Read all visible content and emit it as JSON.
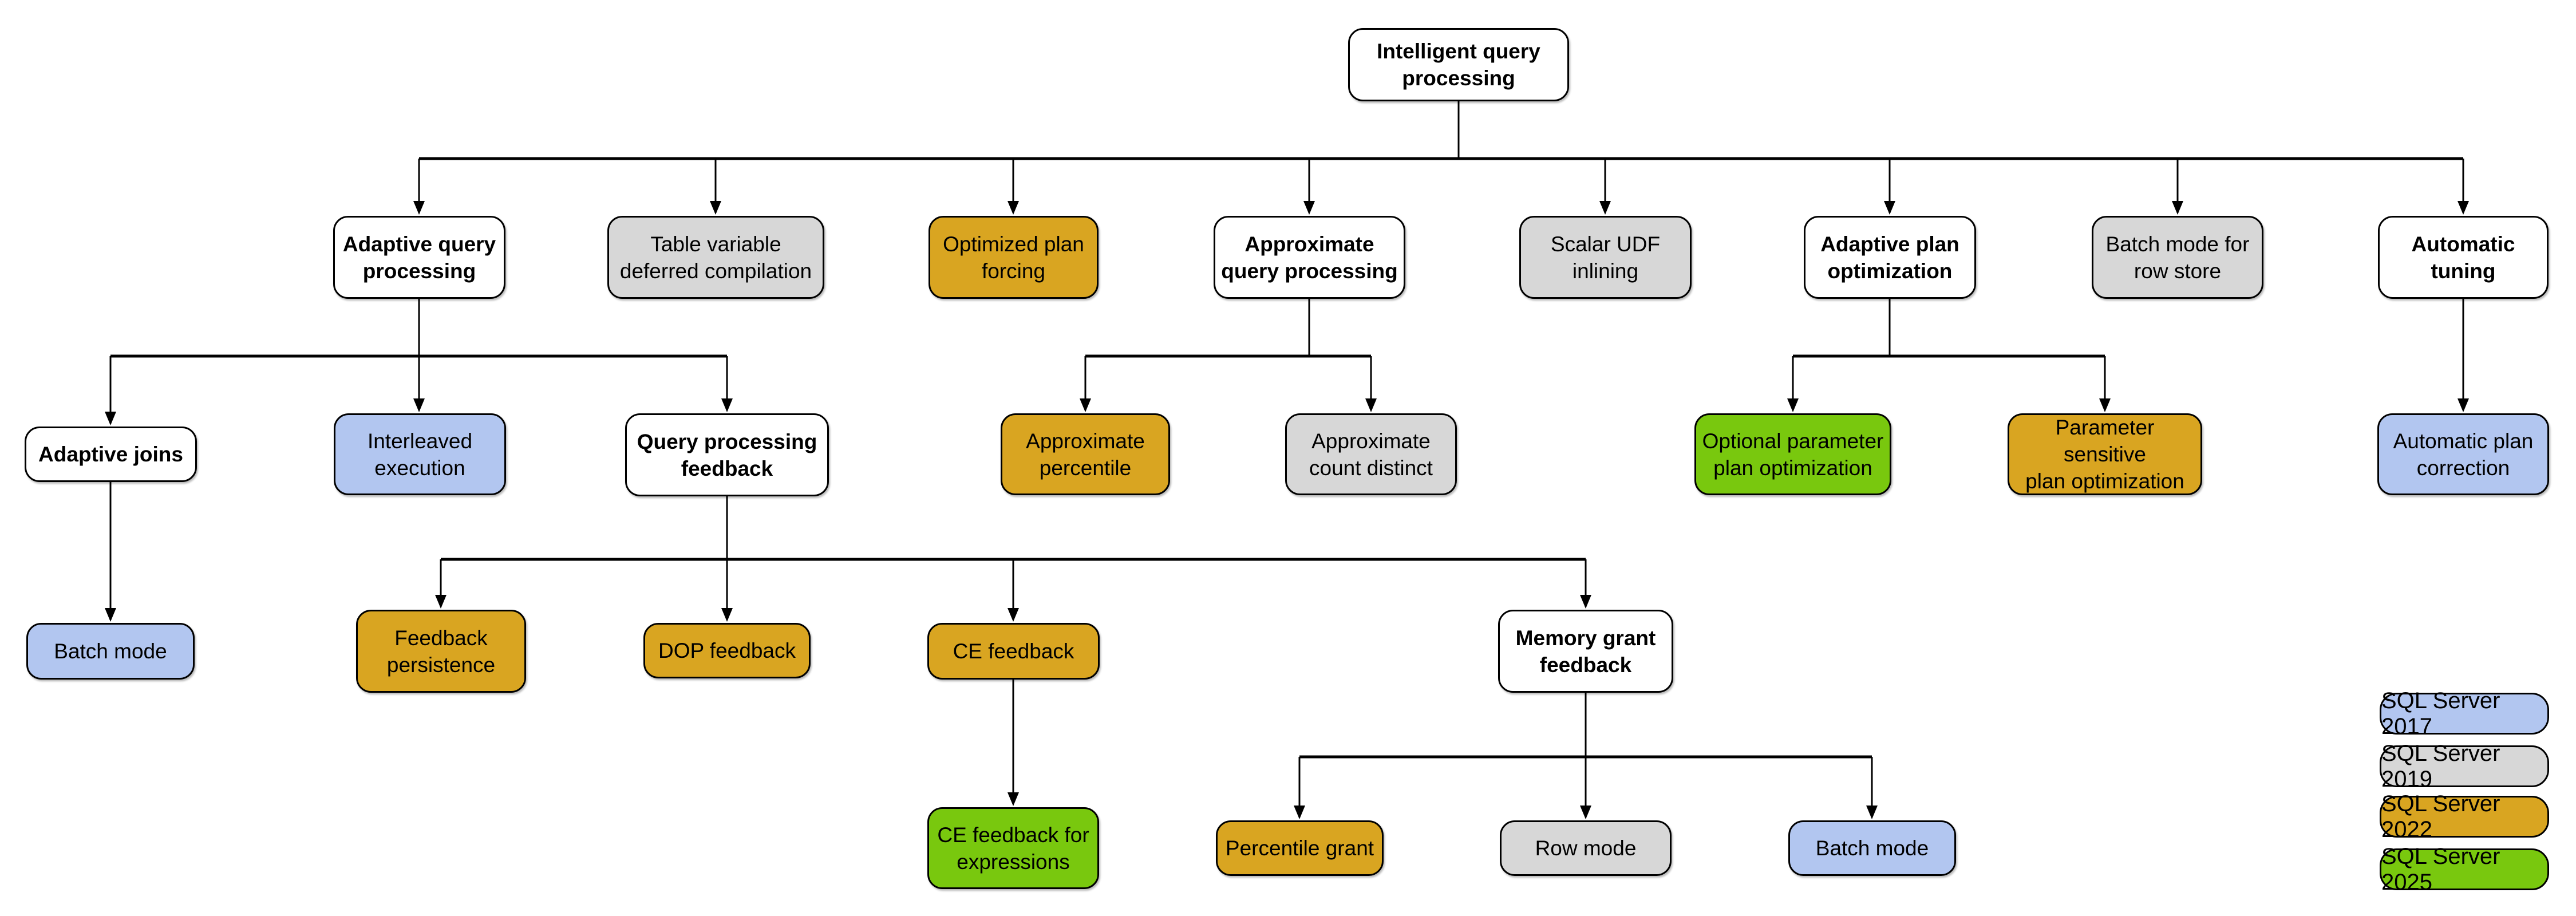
{
  "diagram": {
    "title": "Intelligent query processing",
    "colors": {
      "sql2017": "#b2c6f0",
      "sql2019": "#d7d7d7",
      "sql2022": "#d9a521",
      "sql2025": "#79c80e",
      "category": "#ffffff",
      "line": "#000000"
    },
    "nodes": [
      {
        "label": "Intelligent query\nprocessing",
        "version": "category",
        "parent": null
      },
      {
        "label": "Adaptive query\nprocessing",
        "version": "category",
        "parent": "Intelligent query processing"
      },
      {
        "label": "Table variable\ndeferred compilation",
        "version": "SQL Server 2019",
        "parent": "Intelligent query processing"
      },
      {
        "label": "Optimized plan\nforcing",
        "version": "SQL Server 2022",
        "parent": "Intelligent query processing"
      },
      {
        "label": "Approximate\nquery processing",
        "version": "category",
        "parent": "Intelligent query processing"
      },
      {
        "label": "Scalar UDF\ninlining",
        "version": "SQL Server 2019",
        "parent": "Intelligent query processing"
      },
      {
        "label": "Adaptive plan\noptimization",
        "version": "category",
        "parent": "Intelligent query processing"
      },
      {
        "label": "Batch mode for\nrow store",
        "version": "SQL Server 2019",
        "parent": "Intelligent query processing"
      },
      {
        "label": "Automatic\ntuning",
        "version": "category",
        "parent": "Intelligent query processing"
      },
      {
        "label": "Adaptive joins",
        "version": "category",
        "parent": "Adaptive query processing"
      },
      {
        "label": "Interleaved\nexecution",
        "version": "SQL Server 2017",
        "parent": "Adaptive query processing"
      },
      {
        "label": "Query processing\nfeedback",
        "version": "category",
        "parent": "Adaptive query processing"
      },
      {
        "label": "Approximate\npercentile",
        "version": "SQL Server 2022",
        "parent": "Approximate query processing"
      },
      {
        "label": "Approximate\ncount distinct",
        "version": "SQL Server 2019",
        "parent": "Approximate query processing"
      },
      {
        "label": "Optional parameter\nplan optimization",
        "version": "SQL Server 2025",
        "parent": "Adaptive plan optimization"
      },
      {
        "label": "Parameter sensitive\nplan optimization",
        "version": "SQL Server 2022",
        "parent": "Adaptive plan optimization"
      },
      {
        "label": "Automatic plan\ncorrection",
        "version": "SQL Server 2017",
        "parent": "Automatic tuning"
      },
      {
        "label": "Batch mode",
        "version": "SQL Server 2017",
        "parent": "Adaptive joins"
      },
      {
        "label": "Feedback\npersistence",
        "version": "SQL Server 2022",
        "parent": "Query processing feedback"
      },
      {
        "label": "DOP feedback",
        "version": "SQL Server 2022",
        "parent": "Query processing feedback"
      },
      {
        "label": "CE feedback",
        "version": "SQL Server 2022",
        "parent": "Query processing feedback"
      },
      {
        "label": "Memory grant\nfeedback",
        "version": "category",
        "parent": "Query processing feedback"
      },
      {
        "label": "CE feedback for\nexpressions",
        "version": "SQL Server 2025",
        "parent": "CE feedback"
      },
      {
        "label": "Percentile grant",
        "version": "SQL Server 2022",
        "parent": "Memory grant feedback"
      },
      {
        "label": "Row mode",
        "version": "SQL Server 2019",
        "parent": "Memory grant feedback"
      },
      {
        "label": "Batch mode",
        "version": "SQL Server 2017",
        "parent": "Memory grant feedback"
      }
    ],
    "legend": [
      {
        "label": "SQL Server 2017",
        "color": "#b2c6f0"
      },
      {
        "label": "SQL Server 2019",
        "color": "#d7d7d7"
      },
      {
        "label": "SQL Server 2022",
        "color": "#d9a521"
      },
      {
        "label": "SQL Server 2025",
        "color": "#79c80e"
      }
    ]
  }
}
